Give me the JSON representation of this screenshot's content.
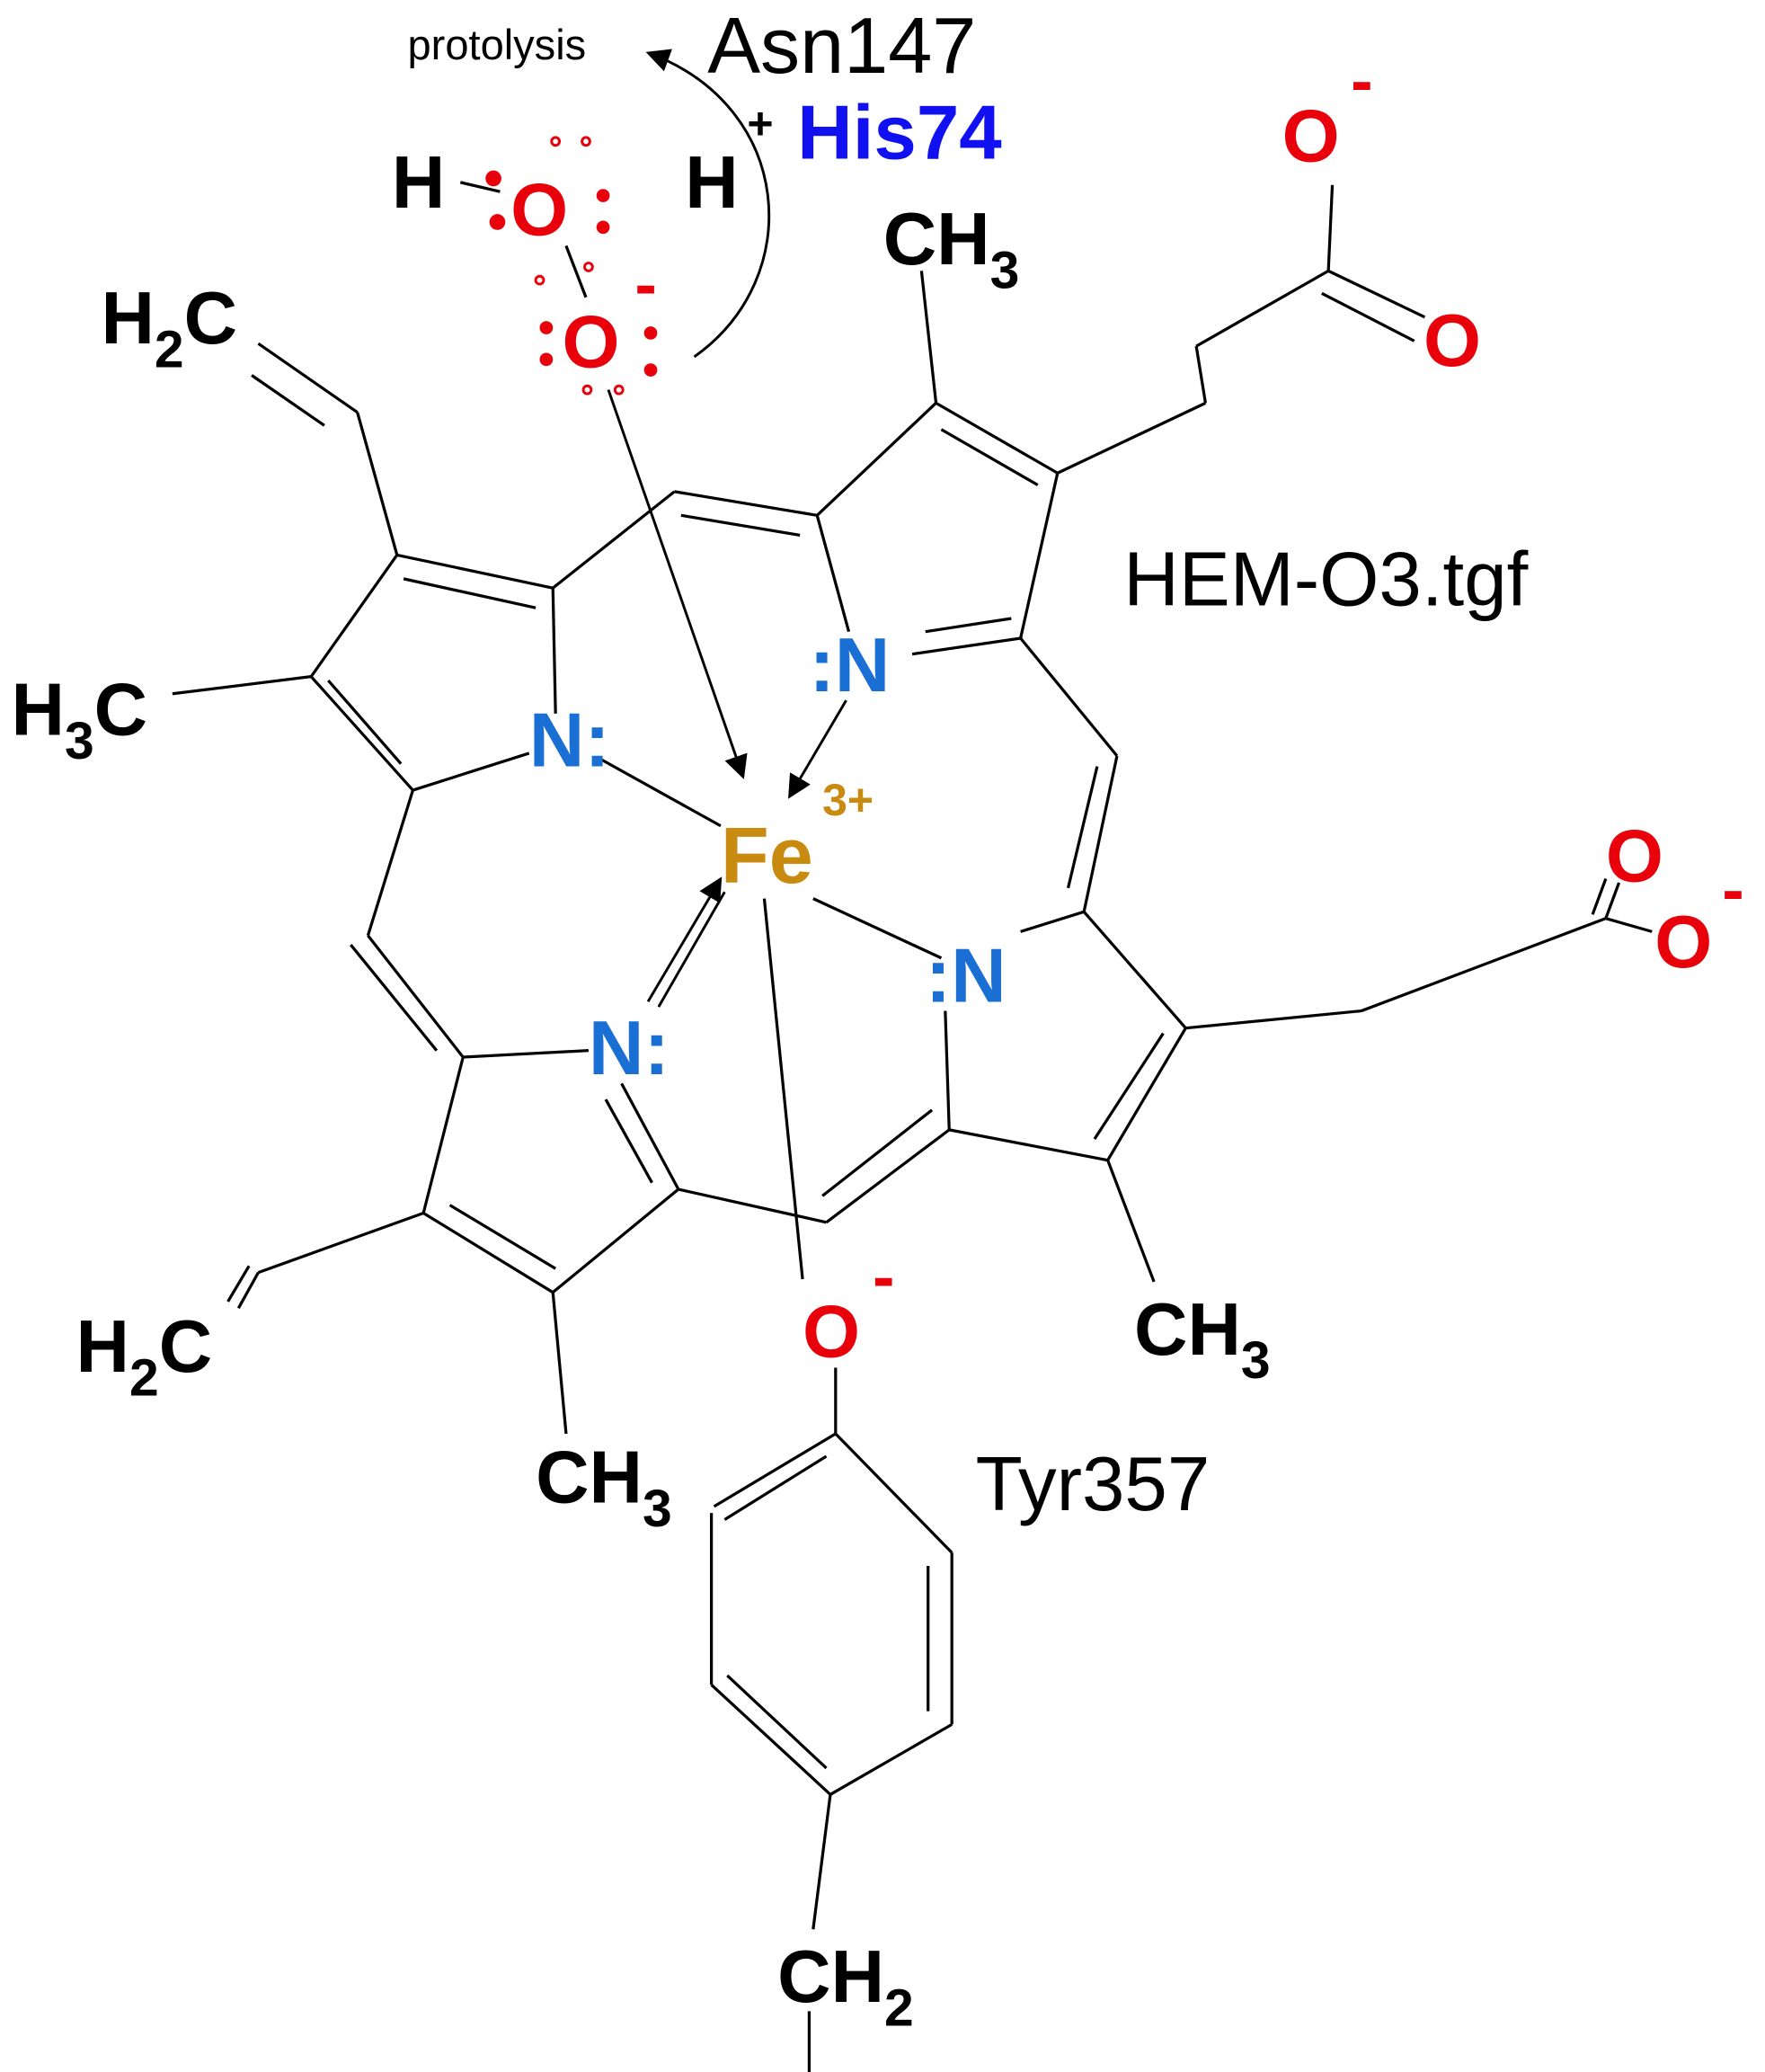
{
  "title": "HEM-O3.tgf",
  "annotations": {
    "protolysis": "protolysis",
    "asn": "Asn147",
    "plus": "+",
    "his": "His74",
    "tyr": "Tyr357"
  },
  "superoxide": {
    "h_left": "H",
    "o_top": "O",
    "o_bottom": "O",
    "o_charge": "-",
    "h_right": "H"
  },
  "iron": {
    "symbol": "Fe",
    "charge": "3+"
  },
  "nitrogens": {
    "n_left": "N:",
    "n_top": ":N",
    "n_right": ":N",
    "n_bottom": "N:"
  },
  "groups": {
    "ch3_top": {
      "main": "CH",
      "sub": "3"
    },
    "h2c_top": {
      "main": "H",
      "sub": "2",
      "tail": "C"
    },
    "h3c_left": {
      "main": "H",
      "sub": "3",
      "tail": "C"
    },
    "h2c_bottom": {
      "main": "H",
      "sub": "2",
      "tail": "C"
    },
    "ch3_bottom_left": {
      "main": "CH",
      "sub": "3"
    },
    "ch3_bottom_right": {
      "main": "CH",
      "sub": "3"
    },
    "ch2_tyr": {
      "main": "CH",
      "sub": "2"
    }
  },
  "carboxylates": {
    "top_o_minus": "O",
    "top_o_minus_charge": "-",
    "top_o": "O",
    "right_o": "O",
    "right_o_minus": "O",
    "right_o_minus_charge": "-"
  },
  "tyr_oxygen": {
    "symbol": "O",
    "charge": "-"
  },
  "colors": {
    "oxygen": "#e8000b",
    "nitrogen": "#1a6fd4",
    "iron": "#c98a10",
    "his": "#1010f0"
  }
}
